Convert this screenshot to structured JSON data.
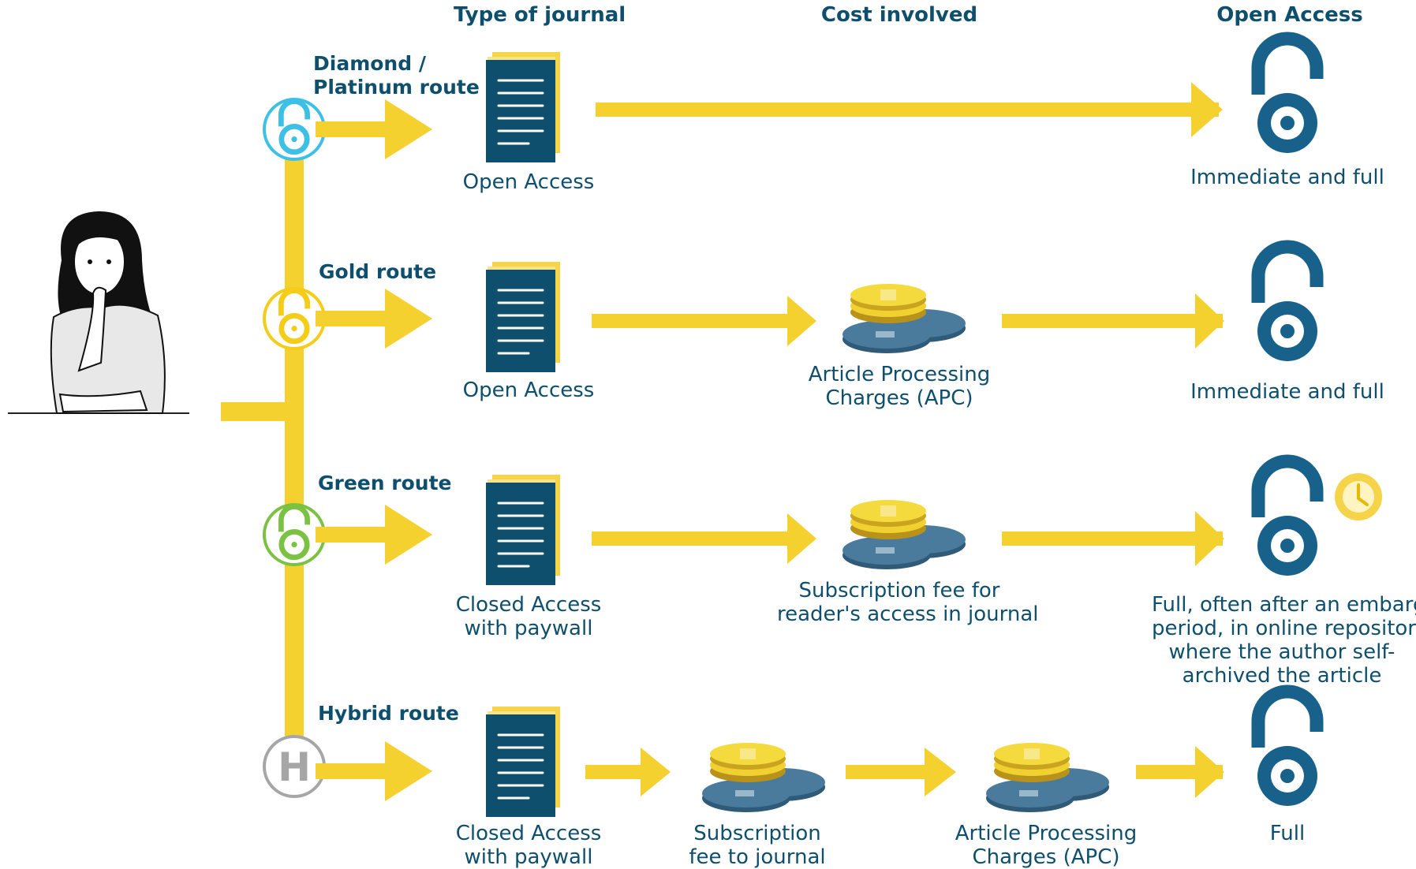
{
  "headers": {
    "type_of_journal": "Type of journal",
    "cost_involved": "Cost involved",
    "open_access": "Open Access"
  },
  "routes": [
    {
      "name_line1": "Diamond /",
      "name_line2": "Platinum route",
      "badge": "open-access-lock",
      "badge_color": "#3cc0e6",
      "journal_line1": "Open Access",
      "journal_line2": "",
      "cost_line1": "",
      "cost_line2": "",
      "result_line1": "Immediate and full",
      "result_line2": "",
      "result_line3": "",
      "result_line4": ""
    },
    {
      "name_line1": "Gold route",
      "name_line2": "",
      "badge": "open-access-lock",
      "badge_color": "#f5cc16",
      "journal_line1": "Open Access",
      "journal_line2": "",
      "cost_line1": "Article Processing",
      "cost_line2": "Charges (APC)",
      "result_line1": "Immediate and full",
      "result_line2": "",
      "result_line3": "",
      "result_line4": ""
    },
    {
      "name_line1": "Green route",
      "name_line2": "",
      "badge": "open-access-lock",
      "badge_color": "#7cc242",
      "journal_line1": "Closed Access",
      "journal_line2": "with paywall",
      "cost_line1": "Subscription fee for",
      "cost_line2": "reader's access in journal",
      "result_line1": "Full, often after an embargo",
      "result_line2": "period, in online repository",
      "result_line3": "where the author self-",
      "result_line4": "archived the article"
    },
    {
      "name_line1": "Hybrid route",
      "name_line2": "",
      "badge": "H",
      "badge_color": "#a6a6a6",
      "journal_line1": "Closed Access",
      "journal_line2": "with paywall",
      "cost_line1": "Subscription",
      "cost_line2": "fee to journal",
      "cost2_line1": "Article Processing",
      "cost2_line2": "Charges (APC)",
      "result_line1": "Full",
      "result_line2": "",
      "result_line3": "",
      "result_line4": ""
    }
  ],
  "colors": {
    "arrow": "#f5d130",
    "navy": "#0e4f6e",
    "lock": "#17618a",
    "paper_yellow": "#f5d44a",
    "coin_gold": "#f0d12f",
    "coin_blue": "#3f6f8f"
  },
  "icons": [
    "person-thinking-illustration",
    "journal-document-icon",
    "coins-icon",
    "open-access-lock-icon",
    "clock-icon"
  ]
}
